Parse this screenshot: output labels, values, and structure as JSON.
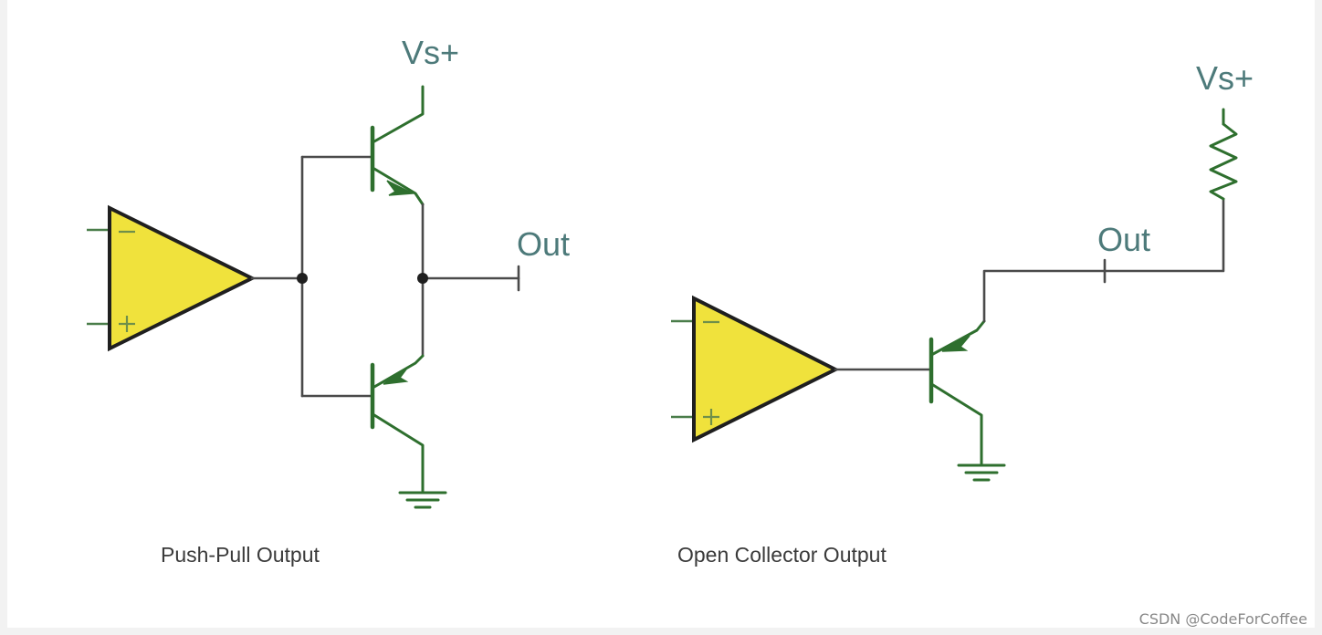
{
  "diagrams": {
    "push_pull": {
      "supply_label": "Vs+",
      "output_label": "Out",
      "caption": "Push-Pull Output"
    },
    "open_collector": {
      "supply_label": "Vs+",
      "output_label": "Out",
      "caption": "Open Collector Output"
    }
  },
  "watermark": "CSDN @CodeForCoffee",
  "colors": {
    "amplifier_fill": "#f0e23c",
    "transistor": "#2e6f2e",
    "wire": "#4a4a4a",
    "label": "#4d7a7a"
  }
}
